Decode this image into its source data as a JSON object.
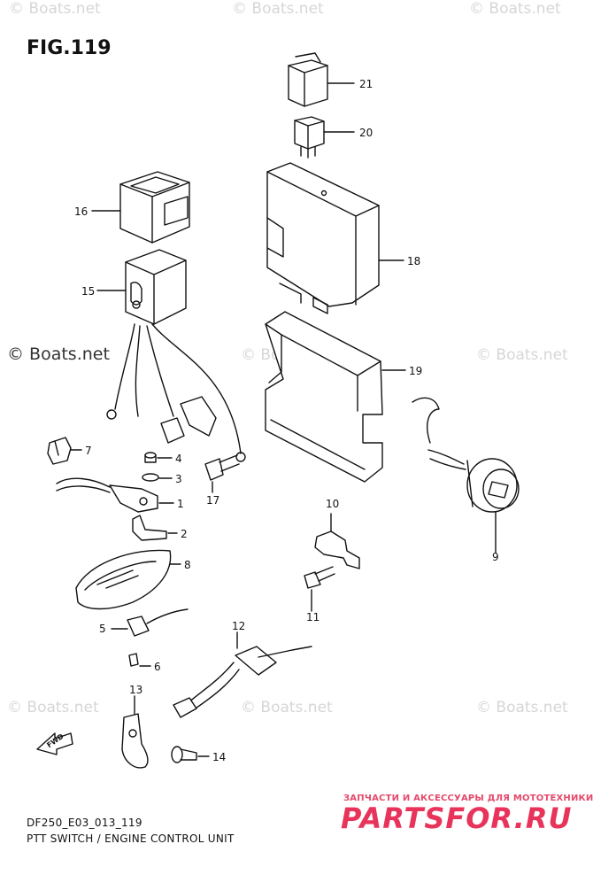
{
  "title": "FIG.119",
  "watermarks": {
    "primary": "© Boats.net",
    "faint": "© Boats.net"
  },
  "callouts": {
    "c1": "1",
    "c2": "2",
    "c3": "3",
    "c4": "4",
    "c5": "5",
    "c6": "6",
    "c7": "7",
    "c8": "8",
    "c9": "9",
    "c10": "10",
    "c11": "11",
    "c12": "12",
    "c13": "13",
    "c14": "14",
    "c15": "15",
    "c16": "16",
    "c17": "17",
    "c18": "18",
    "c19": "19",
    "c20": "20",
    "c21": "21"
  },
  "caption": {
    "code": "DF250_E03_013_119",
    "name": "PTT SWITCH / ENGINE CONTROL UNIT"
  },
  "partsfor": {
    "tagline": "ЗАПЧАСТИ И АКСЕССУАРЫ ДЛЯ МОТОТЕХНИКИ",
    "logo": "PARTSFOR.RU"
  },
  "fwd_label": "FWD",
  "colors": {
    "line": "#111111",
    "watermark": "#d6d6d6",
    "brand": "#e8335a"
  }
}
